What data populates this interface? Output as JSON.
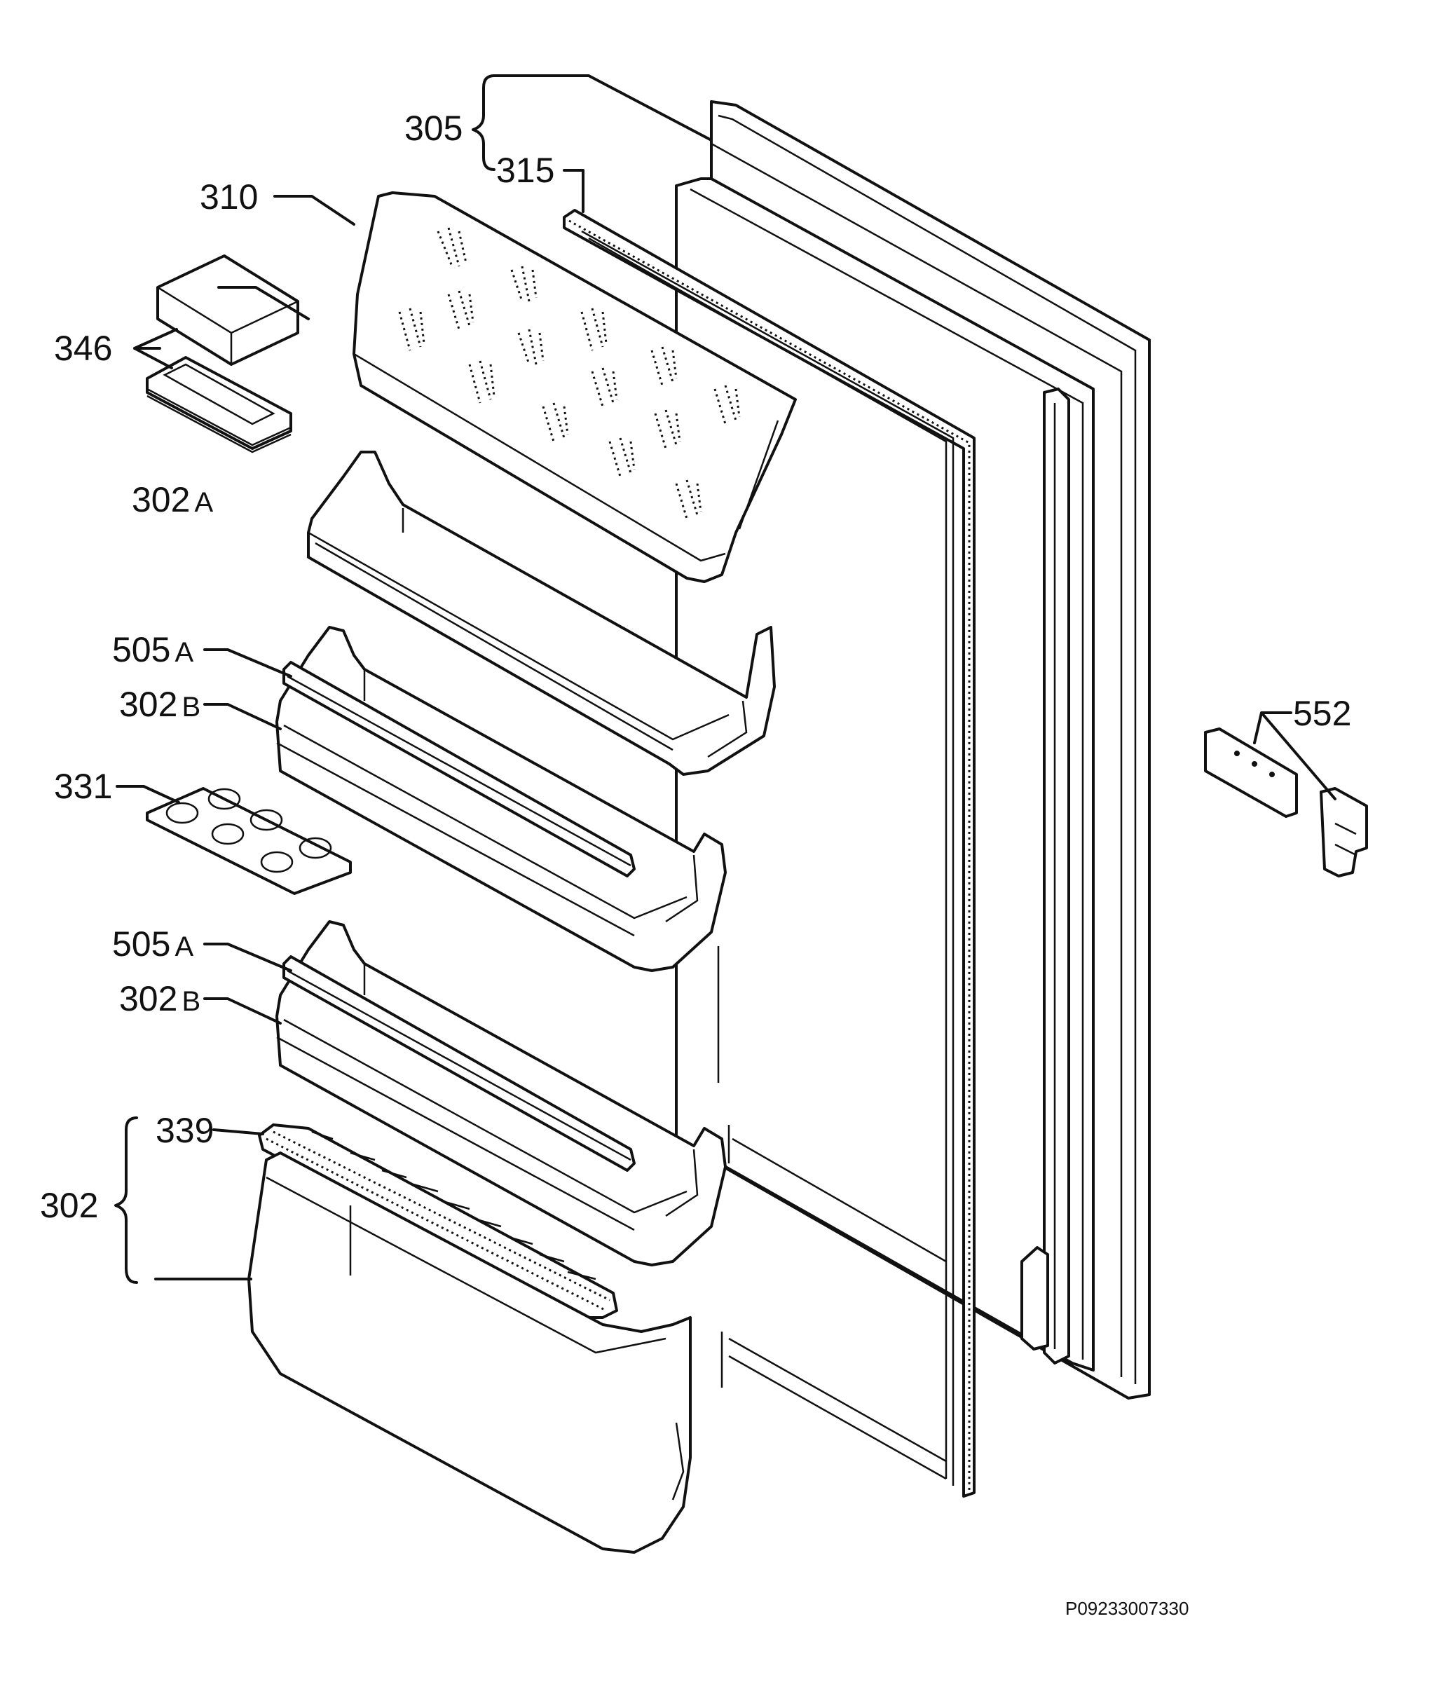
{
  "diagram": {
    "document_id": "P09233007330",
    "labels": {
      "l305": "305",
      "l315": "315",
      "l310": "310",
      "l346": "346",
      "l302a": "302",
      "l302a_sfx": "A",
      "l505a_1": "505",
      "l505a_1_sfx": "A",
      "l302b_1": "302",
      "l302b_1_sfx": "B",
      "l331": "331",
      "l505a_2": "505",
      "l505a_2_sfx": "A",
      "l302b_2": "302",
      "l302b_2_sfx": "B",
      "l339": "339",
      "l302": "302",
      "l552": "552"
    }
  }
}
